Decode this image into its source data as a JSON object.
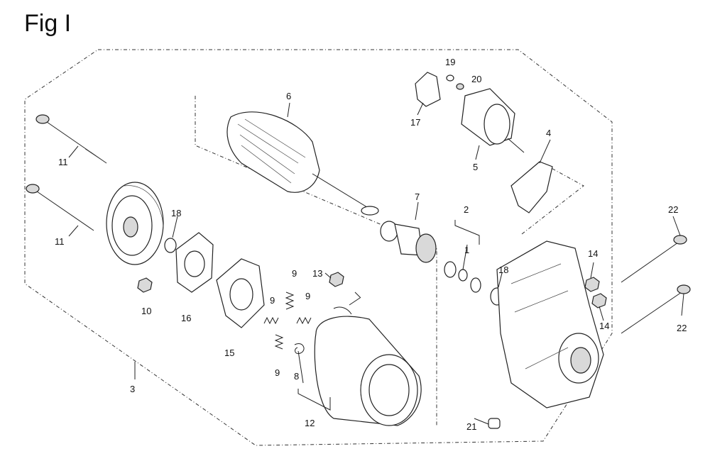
{
  "figure": {
    "title": "Fig I"
  },
  "labels": {
    "p1": "1",
    "p2": "2",
    "p3": "3",
    "p4": "4",
    "p5": "5",
    "p6": "6",
    "p7": "7",
    "p8": "8",
    "p9a": "9",
    "p9b": "9",
    "p9c": "9",
    "p9d": "9",
    "p10": "10",
    "p11a": "11",
    "p11b": "11",
    "p12": "12",
    "p13": "13",
    "p14a": "14",
    "p14b": "14",
    "p15": "15",
    "p16": "16",
    "p17": "17",
    "p18a": "18",
    "p18b": "18",
    "p19": "19",
    "p20": "20",
    "p21": "21",
    "p22a": "22",
    "p22b": "22"
  }
}
